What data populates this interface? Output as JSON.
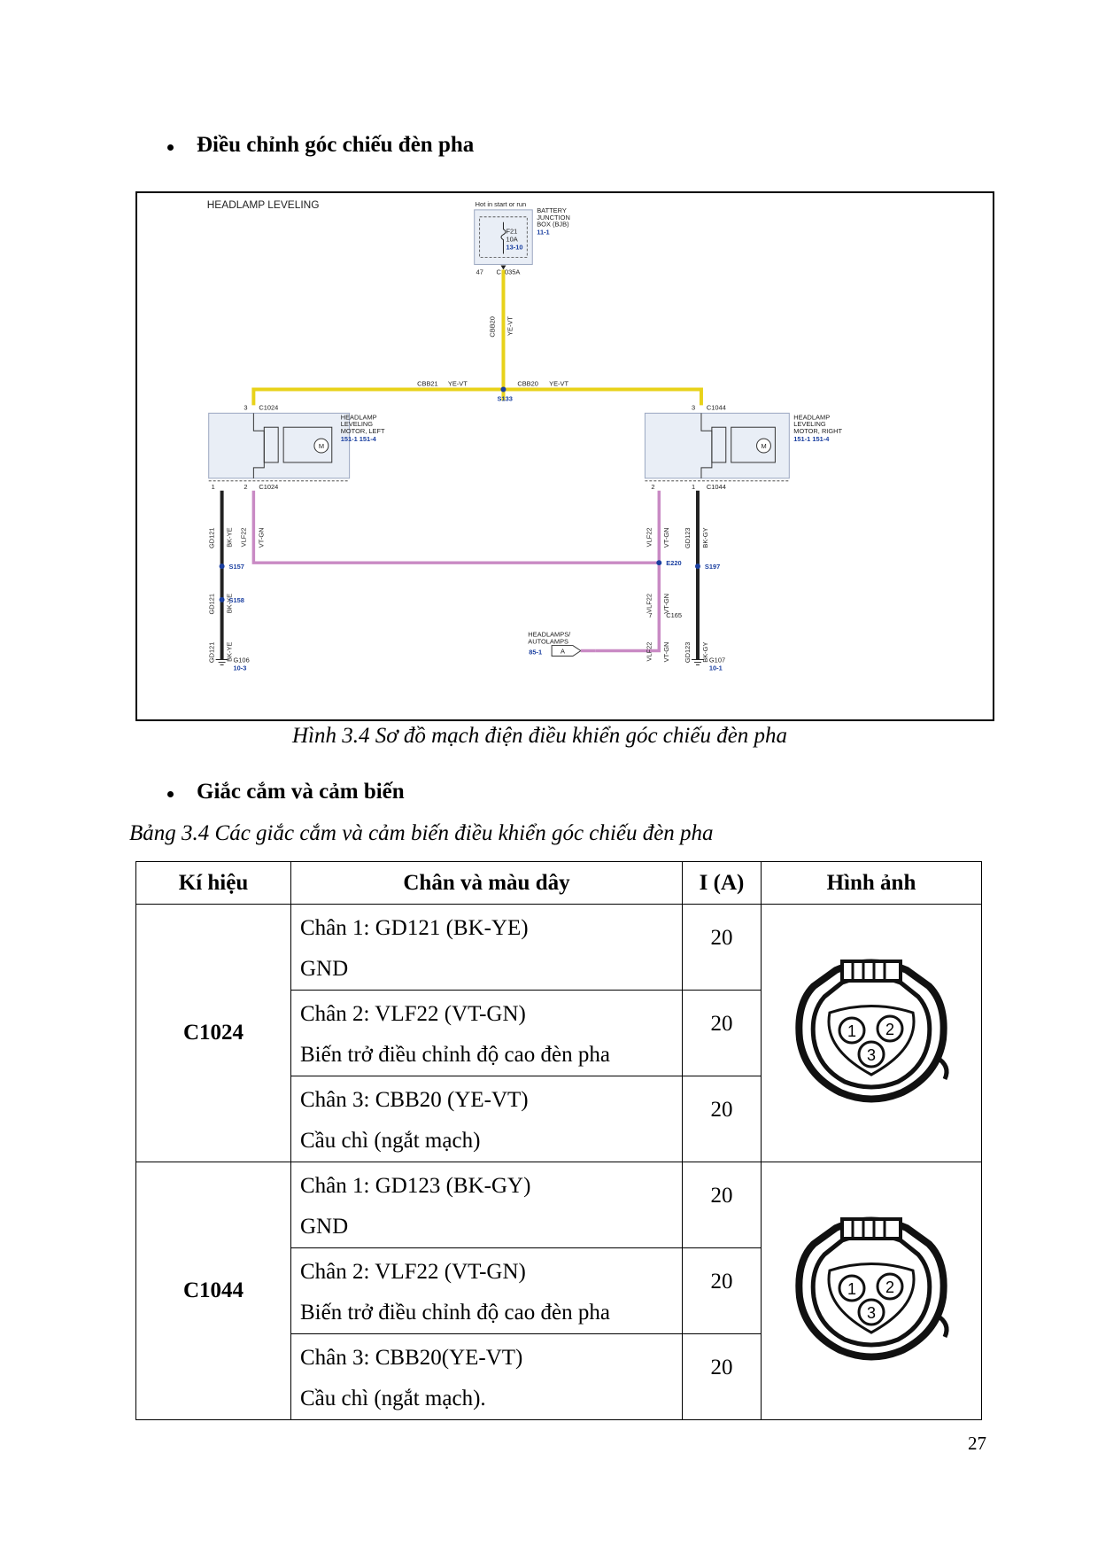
{
  "section1": {
    "heading": "Điều chỉnh góc chiếu đèn pha"
  },
  "diagram": {
    "title": "HEADLAMP LEVELING",
    "hot_label": "Hot in start or run",
    "fuse_id": "F21",
    "fuse_rating": "10A",
    "fuse_ref": "13-10",
    "bjb_label": [
      "BATTERY",
      "JUNCTION",
      "BOX (BJB)"
    ],
    "bjb_ref": "11-1",
    "bjb_pin": "47",
    "bjb_connector": "C1035A",
    "main_wire": [
      "CBB20",
      "YE-VT"
    ],
    "splice_top": "S133",
    "left_branch_wire": [
      "CBB21",
      "YE-VT"
    ],
    "right_branch_wire": [
      "CBB20",
      "YE-VT"
    ],
    "left_motor": {
      "connector": "C1024",
      "pin3": "3",
      "pin1": "1",
      "pin2": "2",
      "label": [
        "HEADLAMP",
        "LEVELING",
        "MOTOR, LEFT"
      ],
      "refs": "151-1  151-4",
      "gnd_wire": [
        "GD121",
        "BK-YE"
      ],
      "sig_wire": [
        "VLF22",
        "VT-GN"
      ],
      "splice1": "S157",
      "splice2": "S158",
      "ground": "G106",
      "ground_ref": "10-3"
    },
    "right_motor": {
      "connector": "C1044",
      "pin3": "3",
      "pin1": "1",
      "pin2": "2",
      "label": [
        "HEADLAMP",
        "LEVELING",
        "MOTOR, RIGHT"
      ],
      "refs": "151-1  151-4",
      "gnd_wire": [
        "GD123",
        "BK-GY"
      ],
      "sig_wire": [
        "VLF22",
        "VT-GN"
      ],
      "splice1": "S197",
      "ground": "G107",
      "ground_ref": "10-1"
    },
    "splice_sig": "E220",
    "c165_pin": "7",
    "c165": "C165",
    "autolamps_label": [
      "HEADLAMPS/",
      "AUTOLAMPS"
    ],
    "autolamps_ref": "85-1",
    "autolamps_arrow": "A",
    "colors": {
      "yellow_wire": "#e8d21a",
      "violet_wire": "#c98ac4",
      "black_wire": "#222222",
      "splice_blue": "#1a3fa0"
    }
  },
  "figure_caption": "Hình 3.4 Sơ đồ mạch điện điều khiển góc chiếu đèn pha",
  "section2": {
    "heading": "Giắc cắm và cảm biến"
  },
  "table_caption": "Bảng 3.4 Các giắc cắm và cảm biến điều khiển góc chiếu đèn pha",
  "table": {
    "headers": [
      "Kí hiệu",
      "Chân và màu dây",
      "I (A)",
      "Hình ảnh"
    ],
    "groups": [
      {
        "symbol": "C1024",
        "rows": [
          {
            "line1": "Chân 1: GD121 (BK-YE)",
            "line2": "GND",
            "current": "20"
          },
          {
            "line1": "Chân 2: VLF22 (VT-GN)",
            "line2": "Biến trở điều chỉnh độ cao đèn pha",
            "current": "20"
          },
          {
            "line1": "Chân 3: CBB20 (YE-VT)",
            "line2": "Cầu chì (ngắt mạch)",
            "current": "20"
          }
        ],
        "image_pins": [
          "1",
          "2",
          "3"
        ]
      },
      {
        "symbol": "C1044",
        "rows": [
          {
            "line1": "Chân 1: GD123 (BK-GY)",
            "line2": "GND",
            "current": "20"
          },
          {
            "line1": "Chân 2: VLF22 (VT-GN)",
            "line2": "Biến trở điều chỉnh độ cao đèn pha",
            "current": "20"
          },
          {
            "line1": "Chân 3: CBB20(YE-VT)",
            "line2": "Cầu chì (ngắt mạch).",
            "current": "20"
          }
        ],
        "image_pins": [
          "1",
          "2",
          "3"
        ]
      }
    ]
  },
  "page_number": "27"
}
